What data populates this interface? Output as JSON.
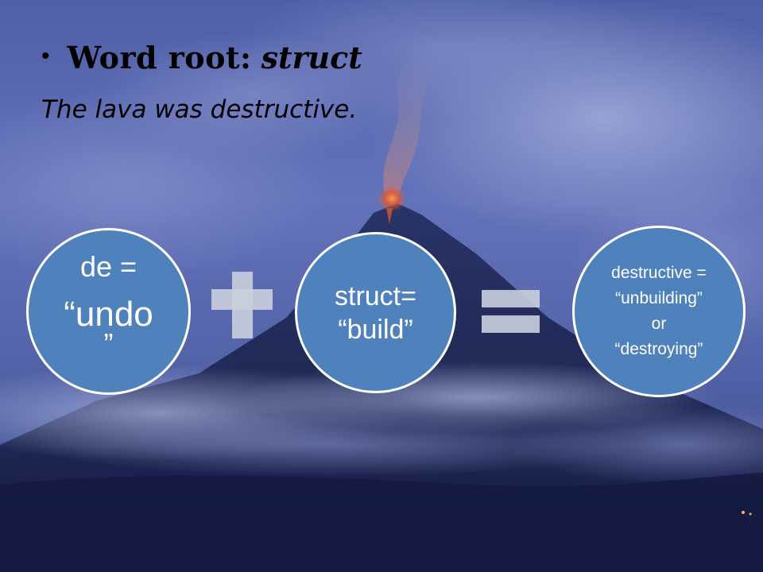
{
  "slide": {
    "bullet": "•",
    "title_label": "Word root:",
    "title_root": "struct",
    "sentence": "The lava was destructive."
  },
  "diagram": {
    "circle_left": {
      "line1": "de =",
      "line2": "“undo",
      "line3": "”"
    },
    "circle_middle": {
      "line1": "struct=",
      "line2": "“build”"
    },
    "circle_right": {
      "line1": "destructive =",
      "line2": "“unbuilding”",
      "line3": "or",
      "line4": "“destroying”"
    },
    "operators": [
      "plus-icon",
      "equals-icon"
    ]
  },
  "colors": {
    "circle_fill": "#4f81bd",
    "circle_border": "#ffffff",
    "operator": "#c9cfdd",
    "sky": "#5a6cb0",
    "mountain": "#1c2450"
  }
}
